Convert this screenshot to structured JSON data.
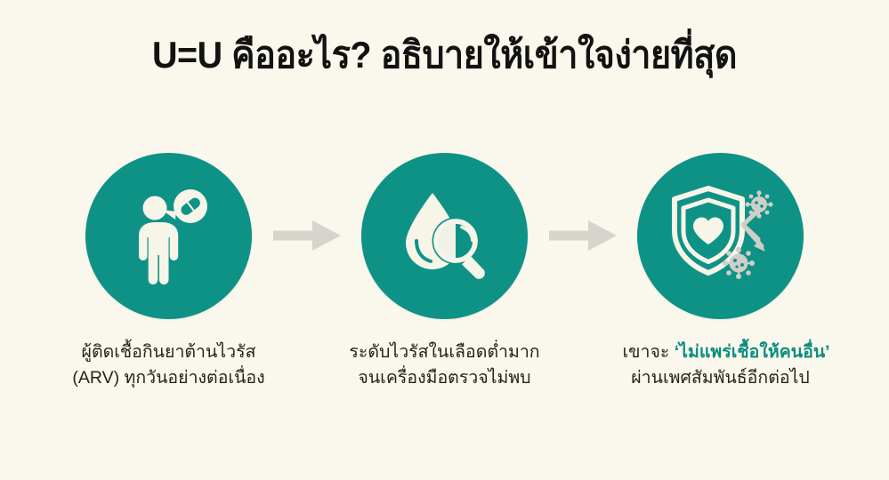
{
  "poster": {
    "background_color": "#faf7ec",
    "accent_color": "#0e9286",
    "highlight_text_color": "#0c8d7f",
    "arrow_color": "#d5d5cd",
    "icon_color": "#f7f4e8",
    "title_color": "#121212",
    "caption_color": "#23241f"
  },
  "title": "U=U คืออะไร? อธิบายให้เข้าใจง่ายที่สุด",
  "steps": [
    {
      "index": 1,
      "icon": "person-taking-pill-icon",
      "icon_description": "person silhouette with pill in speech bubble",
      "caption_line1": "ผู้ติดเชื้อกินยาต้านไวรัส",
      "caption_line2": "(ARV) ทุกวันอย่างต่อเนื่อง"
    },
    {
      "index": 2,
      "icon": "blood-drop-magnifier-icon",
      "icon_description": "blood drop with magnifying glass",
      "caption_line1": "ระดับไวรัสในเลือดต่ำมาก",
      "caption_line2": "จนเครื่องมือตรวจไม่พบ"
    },
    {
      "index": 3,
      "icon": "shield-heart-virus-blocked-icon",
      "icon_description": "shield with heart deflecting virus particles",
      "caption_line3_prefix": "เขาจะ ",
      "caption_line3_highlight": "‘ไม่แพร่เชื้อให้คนอื่น’",
      "caption_line2": "ผ่านเพศสัมพันธ์อีกต่อไป"
    }
  ],
  "arrows": [
    {
      "index": 1,
      "icon": "arrow-right-icon"
    },
    {
      "index": 2,
      "icon": "arrow-right-icon"
    }
  ]
}
